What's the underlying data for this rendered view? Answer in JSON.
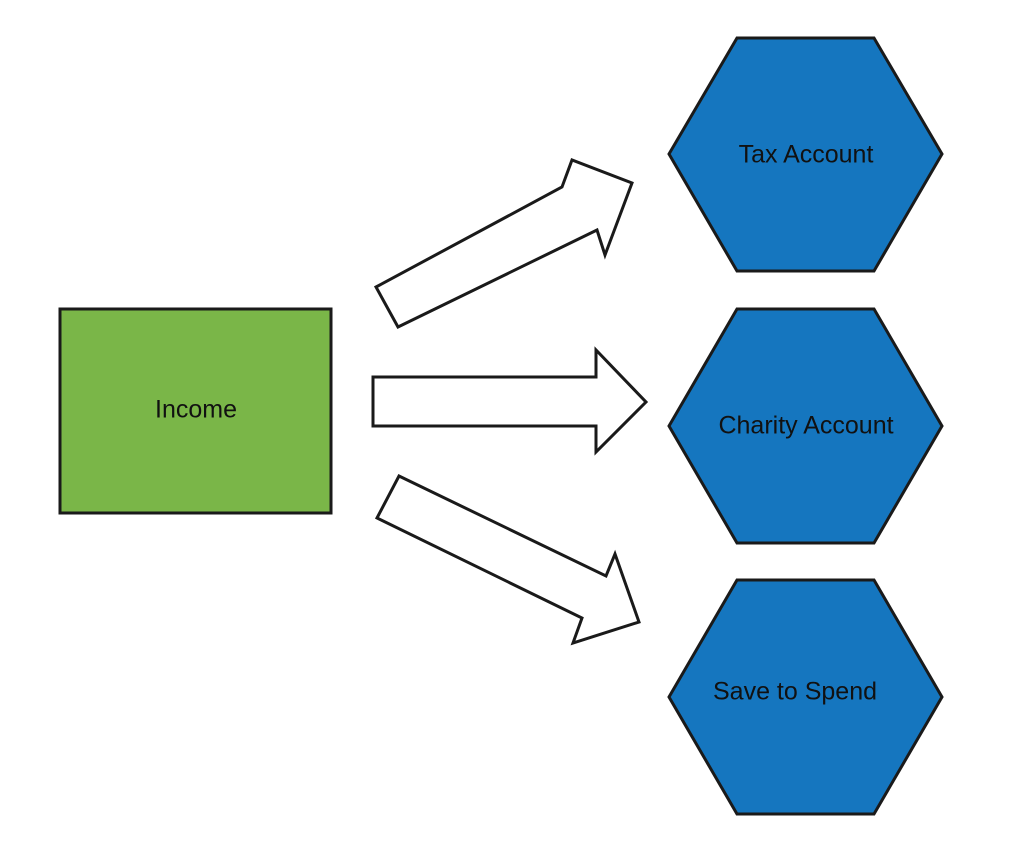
{
  "colors": {
    "income_fill": "#7AB648",
    "account_fill": "#1576BF",
    "arrow_fill": "#FFFFFF",
    "stroke": "#1A1A1A"
  },
  "source": {
    "label": "Income"
  },
  "targets": [
    {
      "label": "Tax Account"
    },
    {
      "label": "Charity Account"
    },
    {
      "label": "Save to Spend"
    }
  ],
  "edges": [
    {
      "from": "Income",
      "to": "Tax Account"
    },
    {
      "from": "Income",
      "to": "Charity Account"
    },
    {
      "from": "Income",
      "to": "Save to Spend"
    }
  ]
}
